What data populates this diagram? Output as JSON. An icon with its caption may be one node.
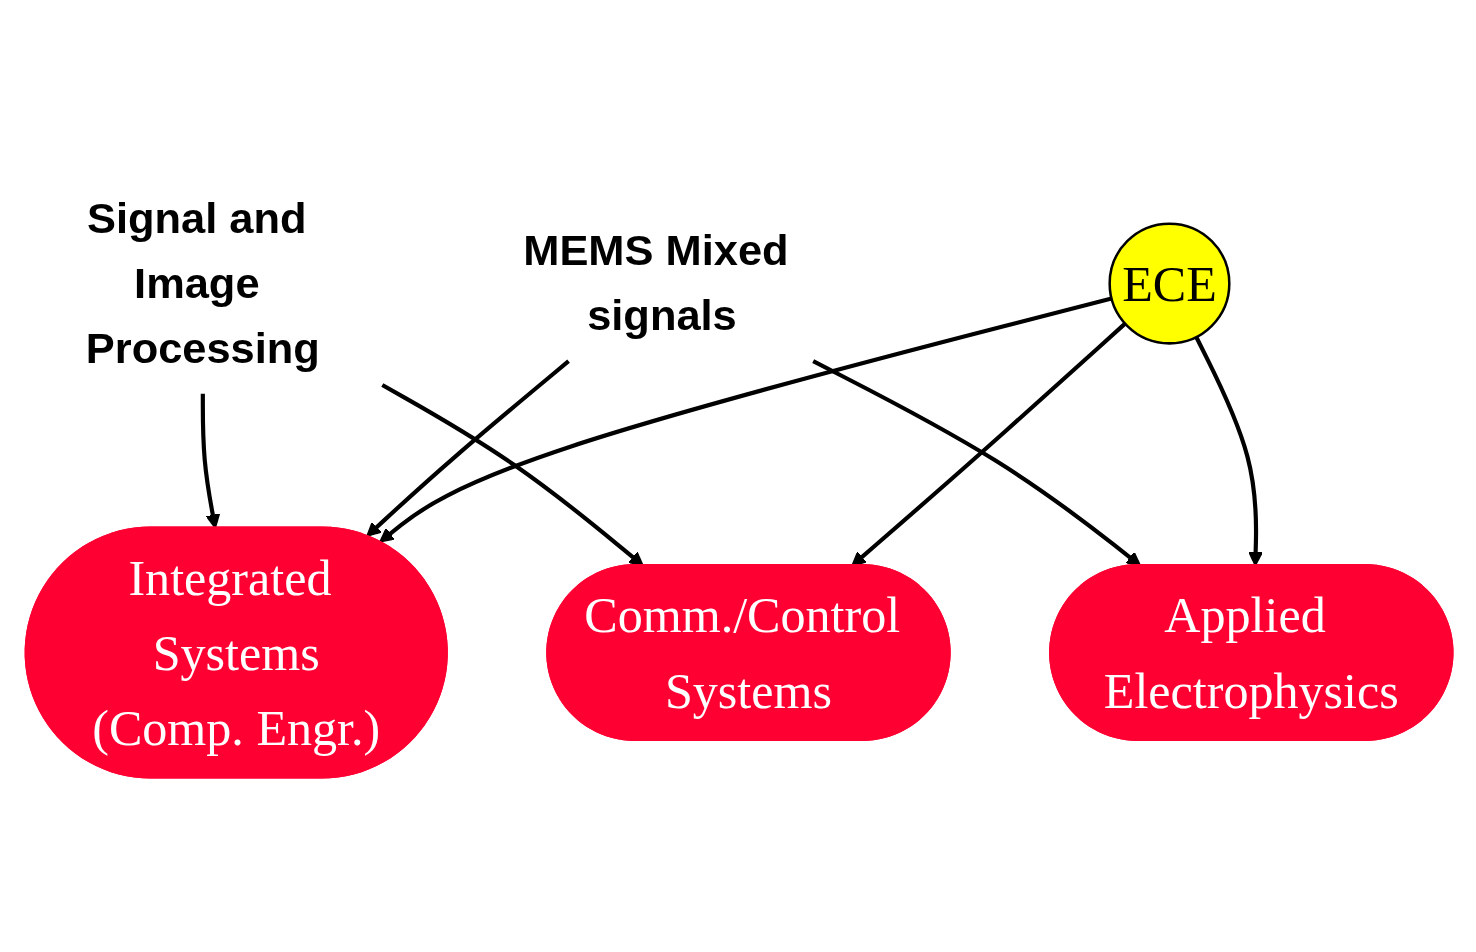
{
  "diagram": {
    "nodes": [
      {
        "text": [
          "Integrated Systems",
          "(Comp. Engr.)"
        ]
      },
      {
        "text": [
          "Applied Electrophysics"
        ]
      },
      {
        "text": [
          "ECE"
        ]
      },
      {
        "text": [
          "Comm./Control Systems"
        ]
      },
      {
        "text": [
          "MEMS Mixed signals"
        ]
      },
      {
        "text": [
          "Signal and Image Processing"
        ]
      }
    ],
    "edges": [
      {
        "from": 2,
        "to": 0,
        "arrow": "to"
      },
      {
        "from": 2,
        "to": 1,
        "arrow": "to"
      },
      {
        "from": 2,
        "to": 3,
        "arrow": "to"
      },
      {
        "from": 4,
        "to": 0,
        "arrow": "to"
      },
      {
        "from": 4,
        "to": 1,
        "arrow": "to"
      },
      {
        "from": 5,
        "to": 0,
        "arrow": "to"
      },
      {
        "from": 5,
        "to": 3,
        "arrow": "to"
      }
    ]
  }
}
